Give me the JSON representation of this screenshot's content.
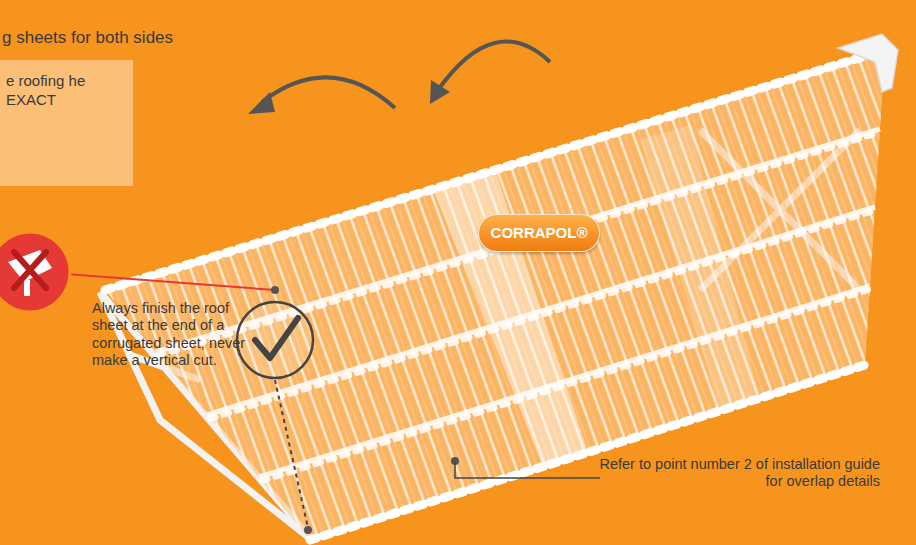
{
  "diagram": {
    "nodes": [
      {
        "text": [
          "e roofing he EXACT"
        ]
      },
      {
        "text": [
          "CORRAPOL®"
        ]
      }
    ],
    "labels": [
      "g sheets for both sides",
      "Always finish the roof sheet at the end of a corrugated sheet, never make a vertical cut.",
      "Refer to point number 2 of installation guide for overlap details"
    ]
  }
}
